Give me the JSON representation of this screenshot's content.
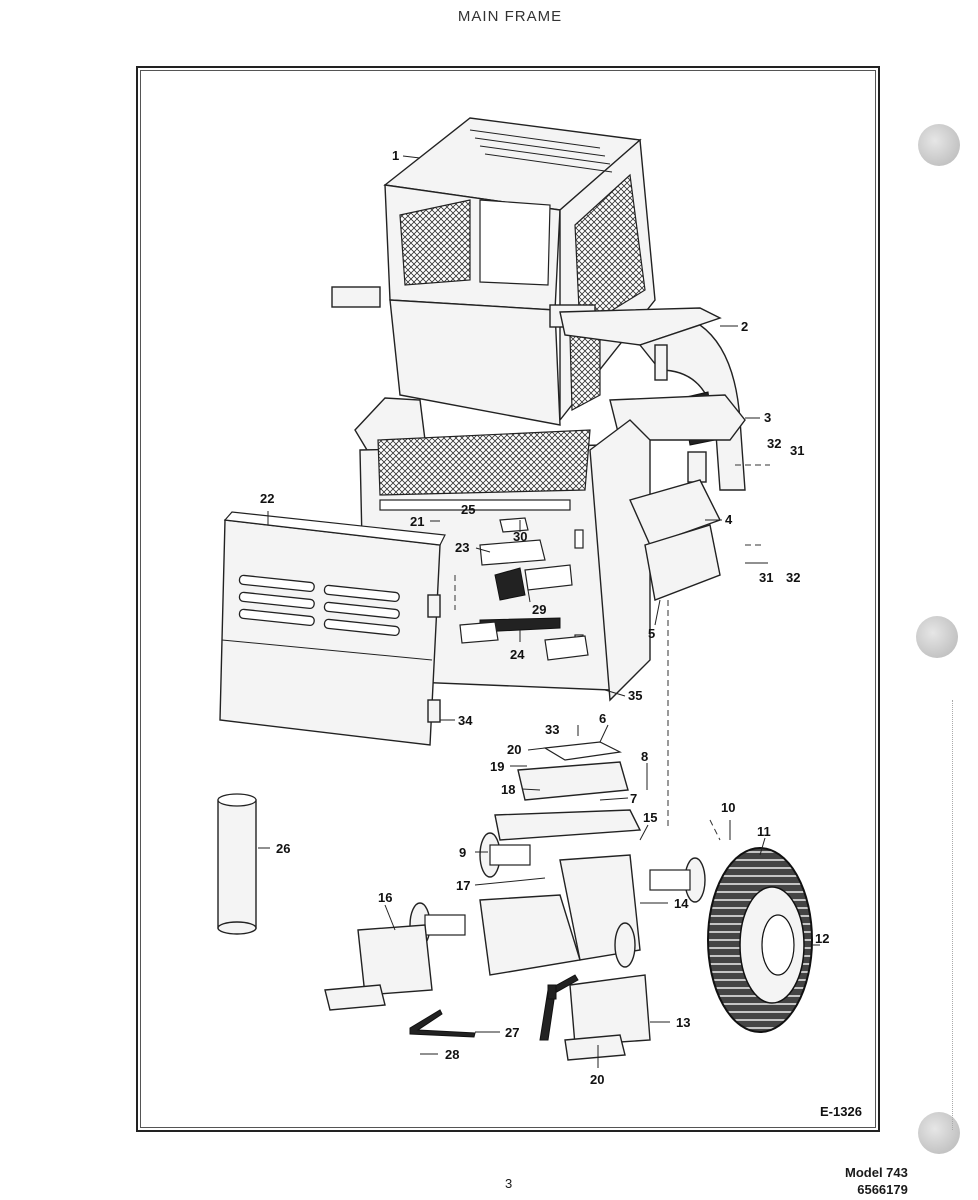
{
  "header": {
    "title": "MAIN FRAME"
  },
  "figure": {
    "code": "E-1326",
    "callouts": [
      "1",
      "2",
      "3",
      "4",
      "5",
      "6",
      "7",
      "8",
      "9",
      "10",
      "11",
      "12",
      "13",
      "14",
      "15",
      "16",
      "17",
      "18",
      "19",
      "20",
      "20",
      "21",
      "22",
      "23",
      "24",
      "25",
      "26",
      "27",
      "28",
      "29",
      "30",
      "31",
      "31",
      "32",
      "32",
      "33",
      "34",
      "35"
    ]
  },
  "footer": {
    "page_number": "3",
    "model_label": "Model 743",
    "part_number": "6566179"
  }
}
